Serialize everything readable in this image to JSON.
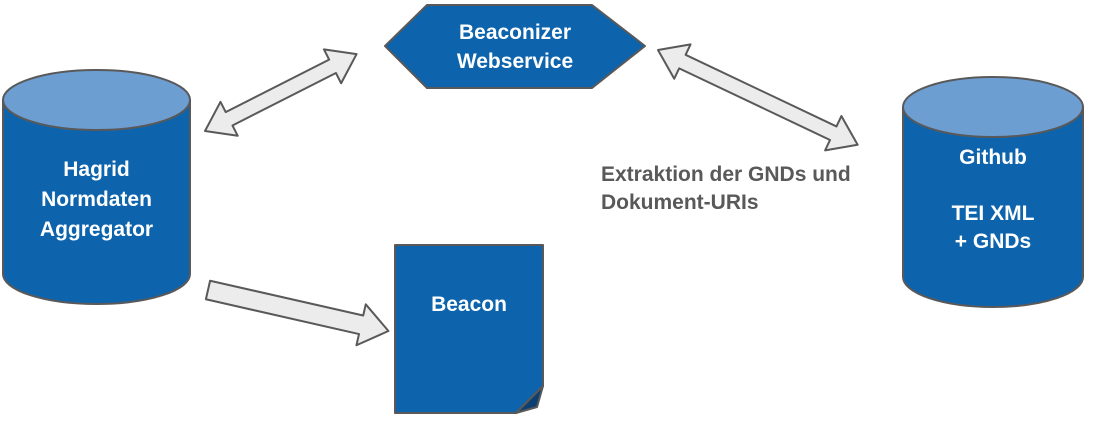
{
  "diagram": {
    "nodes": {
      "hagrid": {
        "label": "Hagrid\nNormdaten\nAggregator",
        "shape": "cylinder"
      },
      "beaconizer": {
        "label": "Beaconizer\nWebservice",
        "shape": "hexagon"
      },
      "beacon": {
        "label": "Beacon",
        "shape": "document"
      },
      "github": {
        "label": "Github\n\nTEI XML\n+ GNDs",
        "shape": "cylinder"
      }
    },
    "annotation": {
      "text": "Extraktion der GNDs und\nDokument-URIs"
    },
    "connections": [
      {
        "from": "hagrid",
        "to": "beaconizer",
        "type": "double-arrow"
      },
      {
        "from": "beaconizer",
        "to": "github",
        "type": "double-arrow"
      },
      {
        "from": "hagrid",
        "to": "beacon",
        "type": "single-arrow"
      }
    ],
    "colors": {
      "node_fill": "#0d64ad",
      "cylinder_top": "#6d9ed2",
      "outline": "#595959",
      "arrow_fill": "#ececec",
      "text_on_node": "#ffffff",
      "annotation_text": "#595959",
      "fold": "#0c3f72",
      "background": "#ffffff"
    }
  }
}
